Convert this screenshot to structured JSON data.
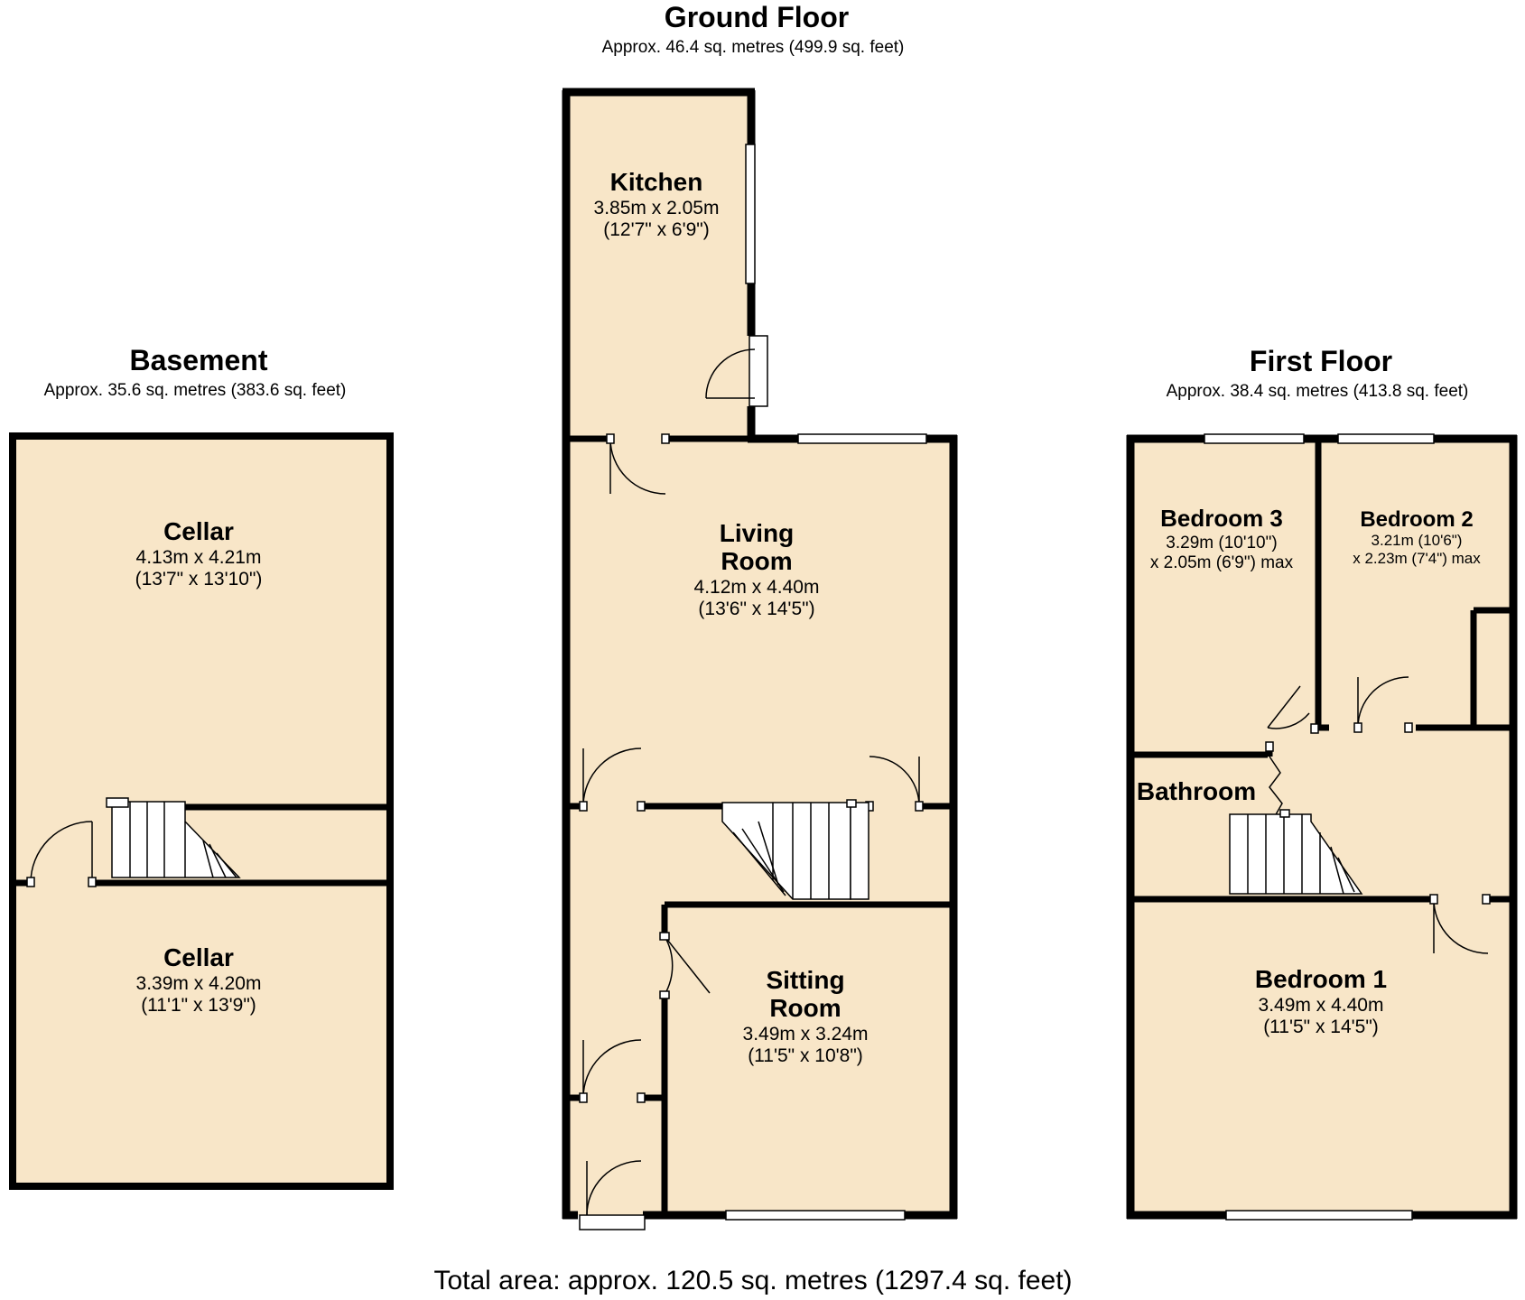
{
  "floors": {
    "ground": {
      "title": "Ground Floor",
      "area": "Approx. 46.4 sq. metres (499.9 sq. feet)",
      "rooms": {
        "kitchen": {
          "name": "Kitchen",
          "dim_m": "3.85m x 2.05m",
          "dim_ft": "(12'7\" x 6'9\")"
        },
        "living": {
          "name_line1": "Living",
          "name_line2": "Room",
          "dim_m": "4.12m x 4.40m",
          "dim_ft": "(13'6\" x 14'5\")"
        },
        "sitting": {
          "name_line1": "Sitting",
          "name_line2": "Room",
          "dim_m": "3.49m x 3.24m",
          "dim_ft": "(11'5\" x 10'8\")"
        }
      }
    },
    "basement": {
      "title": "Basement",
      "area": "Approx. 35.6 sq. metres (383.6 sq. feet)",
      "rooms": {
        "cellar_top": {
          "name": "Cellar",
          "dim_m": "4.13m x 4.21m",
          "dim_ft": "(13'7\" x 13'10\")"
        },
        "cellar_bottom": {
          "name": "Cellar",
          "dim_m": "3.39m x 4.20m",
          "dim_ft": "(11'1\" x 13'9\")"
        }
      }
    },
    "first": {
      "title": "First Floor",
      "area": "Approx. 38.4 sq. metres (413.8 sq. feet)",
      "rooms": {
        "bedroom3": {
          "name": "Bedroom 3",
          "dim_m": "3.29m (10'10\")",
          "dim_ft": "x 2.05m (6'9\") max"
        },
        "bedroom2": {
          "name": "Bedroom 2",
          "dim_m": "3.21m (10'6\")",
          "dim_ft": "x 2.23m (7'4\") max"
        },
        "bathroom": {
          "name": "Bathroom"
        },
        "bedroom1": {
          "name": "Bedroom 1",
          "dim_m": "3.49m x 4.40m",
          "dim_ft": "(11'5\" x 14'5\")"
        }
      }
    }
  },
  "total_area": "Total area: approx. 120.5 sq. metres (1297.4 sq. feet)",
  "colors": {
    "floor_fill": "#f8e6c8",
    "wall": "#000000",
    "window": "#ffffff"
  }
}
